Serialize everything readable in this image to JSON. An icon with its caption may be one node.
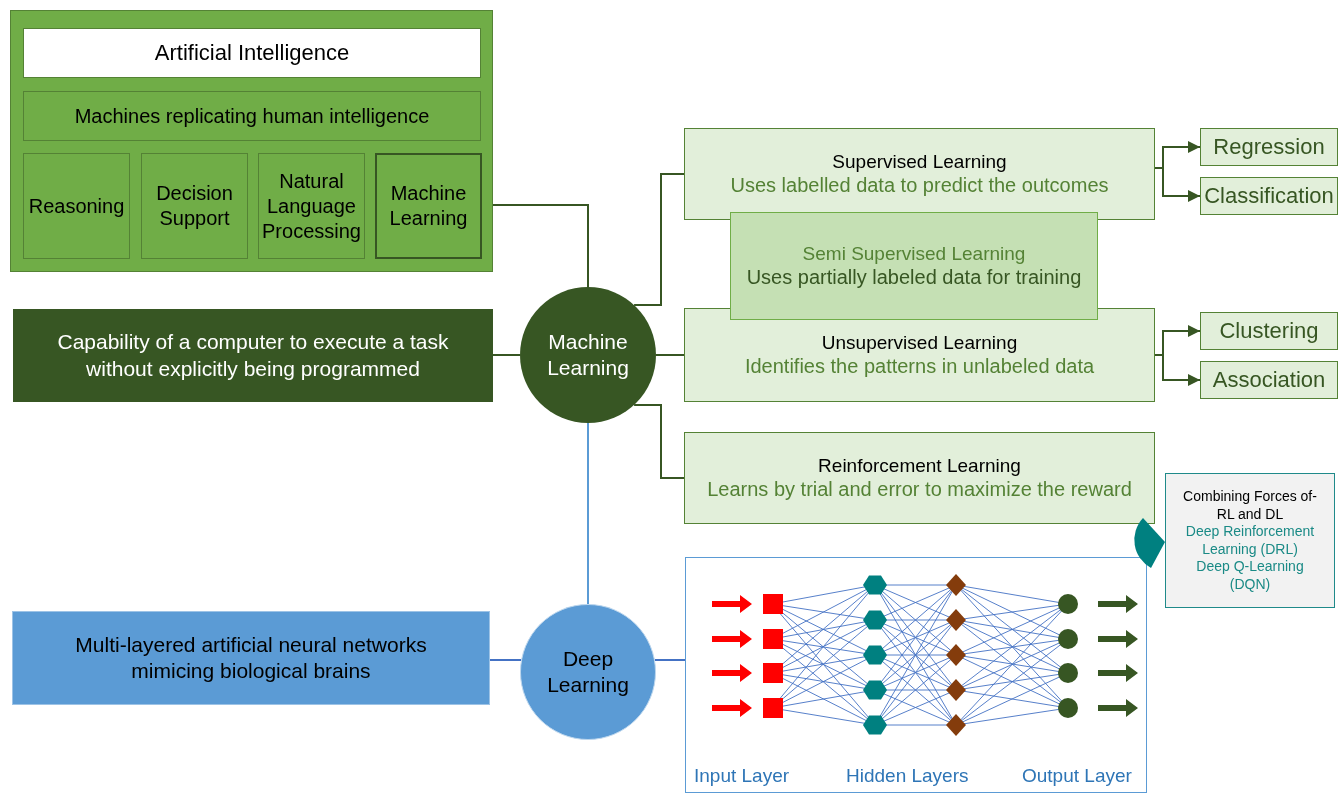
{
  "diagram": {
    "nodes": [
      {
        "text": [],
        "shape": "box"
      },
      {
        "text": [
          "Artificial Intelligence"
        ],
        "in": 0
      },
      {
        "text": [
          "Machines replicating human intelligence"
        ],
        "in": 0
      },
      {
        "text": [
          "Reasoning"
        ],
        "in": 0
      },
      {
        "text": [
          "Decision Support"
        ],
        "in": 0
      },
      {
        "text": [
          "Natural Language Processing"
        ],
        "in": 0
      },
      {
        "text": [
          "Machine Learning"
        ],
        "in": 0
      },
      {
        "text": [
          "Capability of a computer to execute a task without explicitly being programmed"
        ]
      },
      {
        "text": [
          "Machine Learning"
        ]
      },
      {
        "text": [
          "Supervised Learning",
          "Uses labelled data to predict the outcomes"
        ]
      },
      {
        "text": [
          "Semi Supervised Learning",
          "Uses partially labeled data for training"
        ]
      },
      {
        "text": [
          "Unsupervised Learning",
          "Identifies the patterns in unlabeled data"
        ]
      },
      {
        "text": [
          "Reinforcement Learning",
          "Learns by trial and error to maximize the reward"
        ]
      },
      {
        "text": [
          "Regression"
        ]
      },
      {
        "text": [
          "Classification"
        ]
      },
      {
        "text": [
          "Clustering"
        ]
      },
      {
        "text": [
          "Association"
        ]
      },
      {
        "text": [
          "Combining Forces of- RL and DL",
          "Deep Reinforcement Learning (DRL)",
          "Deep Q-Learning (DQN)"
        ]
      },
      {
        "text": [
          "Multi-layered artificial neural networks mimicing biological brains"
        ]
      },
      {
        "text": [
          "Deep Learning"
        ]
      },
      {
        "text": [
          "Input Layer",
          "Hidden Layers",
          "Output Layer"
        ]
      }
    ],
    "edges": [
      {
        "from": 6,
        "to": 8,
        "arrow": "none"
      },
      {
        "from": 7,
        "to": 8,
        "arrow": "none"
      },
      {
        "from": 8,
        "to": 9,
        "arrow": "none"
      },
      {
        "from": 8,
        "to": 11,
        "arrow": "none"
      },
      {
        "from": 8,
        "to": 12,
        "arrow": "none"
      },
      {
        "from": 9,
        "to": 13,
        "arrow": "to"
      },
      {
        "from": 9,
        "to": 14,
        "arrow": "to"
      },
      {
        "from": 11,
        "to": 15,
        "arrow": "to"
      },
      {
        "from": 11,
        "to": 16,
        "arrow": "to"
      },
      {
        "from": 8,
        "to": 19,
        "arrow": "none",
        "color": "#5b9bd5"
      },
      {
        "from": 18,
        "to": 19,
        "arrow": "none",
        "color": "#4472c4"
      },
      {
        "from": 19,
        "to": 20,
        "arrow": "none",
        "color": "#4472c4"
      }
    ]
  }
}
